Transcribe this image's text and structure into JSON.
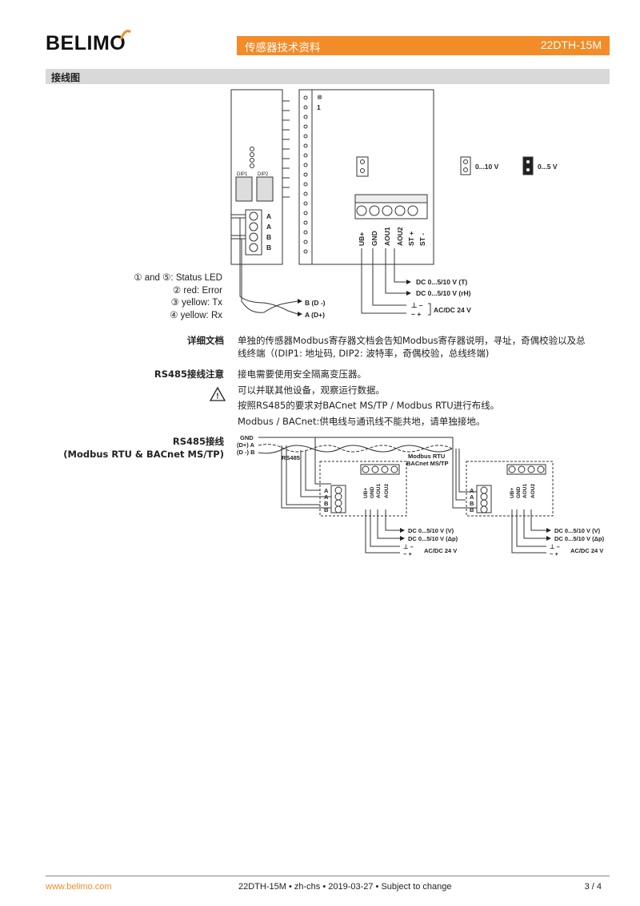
{
  "brand": {
    "logo": "BELIMO",
    "accent": "#f28c28"
  },
  "header": {
    "title": "传感器技术资料",
    "code": "22DTH-15M"
  },
  "section": {
    "title": "接线图"
  },
  "diagram1": {
    "led_marks": [
      "⊗",
      "1"
    ],
    "dip": [
      "DIP1",
      "DIP2"
    ],
    "terms_ab": [
      "A",
      "A",
      "B",
      "B"
    ],
    "bus": [
      "B (D -)",
      "A (D+)"
    ],
    "jumper1": "0...10 V",
    "jumper2": "0...5 V",
    "pins": [
      "UB+",
      "GND",
      "AOU1",
      "AOU2",
      "ST +",
      "ST -"
    ],
    "outputs": [
      "DC 0...5/10 V (T)",
      "DC 0...5/10 V (rH)"
    ],
    "power": "AC/DC 24 V"
  },
  "led_legend": [
    "① and ⑤: Status LED",
    "② red: Error",
    "③ yellow: Tx",
    "④ yellow: Rx"
  ],
  "rows": {
    "detail_label": "详细文档",
    "detail_text": "单独的传感器Modbus寄存器文档会告知Modbus寄存器说明，寻址，奇偶校验以及总线终端（(DIP1: 地址码, DIP2: 波特率，奇偶校验，总线终端)",
    "rs485_note_label": "RS485接线注意",
    "rs485_note_lines": [
      "接电需要使用安全隔离变压器。",
      "可以并联其他设备，观察运行数据。",
      "按照RS485的要求对BACnet MS/TP / Modbus RTU进行布线。",
      "Modbus / BACnet:供电线与通讯线不能共地，请单独接地。"
    ],
    "rs485_wiring_label_1": "RS485接线",
    "rs485_wiring_label_2": "(Modbus RTU & BACnet MS/TP)"
  },
  "diagram2": {
    "bus_labels": [
      "GND",
      "(D+) A",
      "(D -) B"
    ],
    "rs485": "RS485",
    "modbus": [
      "Modbus RTU",
      "BACnet MS/TP"
    ],
    "terms_ab": [
      "A",
      "A",
      "B",
      "B"
    ],
    "pins": [
      "UB+",
      "GND",
      "AOU1",
      "AOU2"
    ],
    "outputs": [
      "DC 0...5/10 V  (V)",
      "DC 0...5/10 V  (Δp)"
    ],
    "power": "AC/DC 24 V"
  },
  "footer": {
    "url": "www.belimo.com",
    "doc": "22DTH-15M • zh-chs • 2019-03-27 • Subject to change",
    "page": "3 / 4"
  }
}
